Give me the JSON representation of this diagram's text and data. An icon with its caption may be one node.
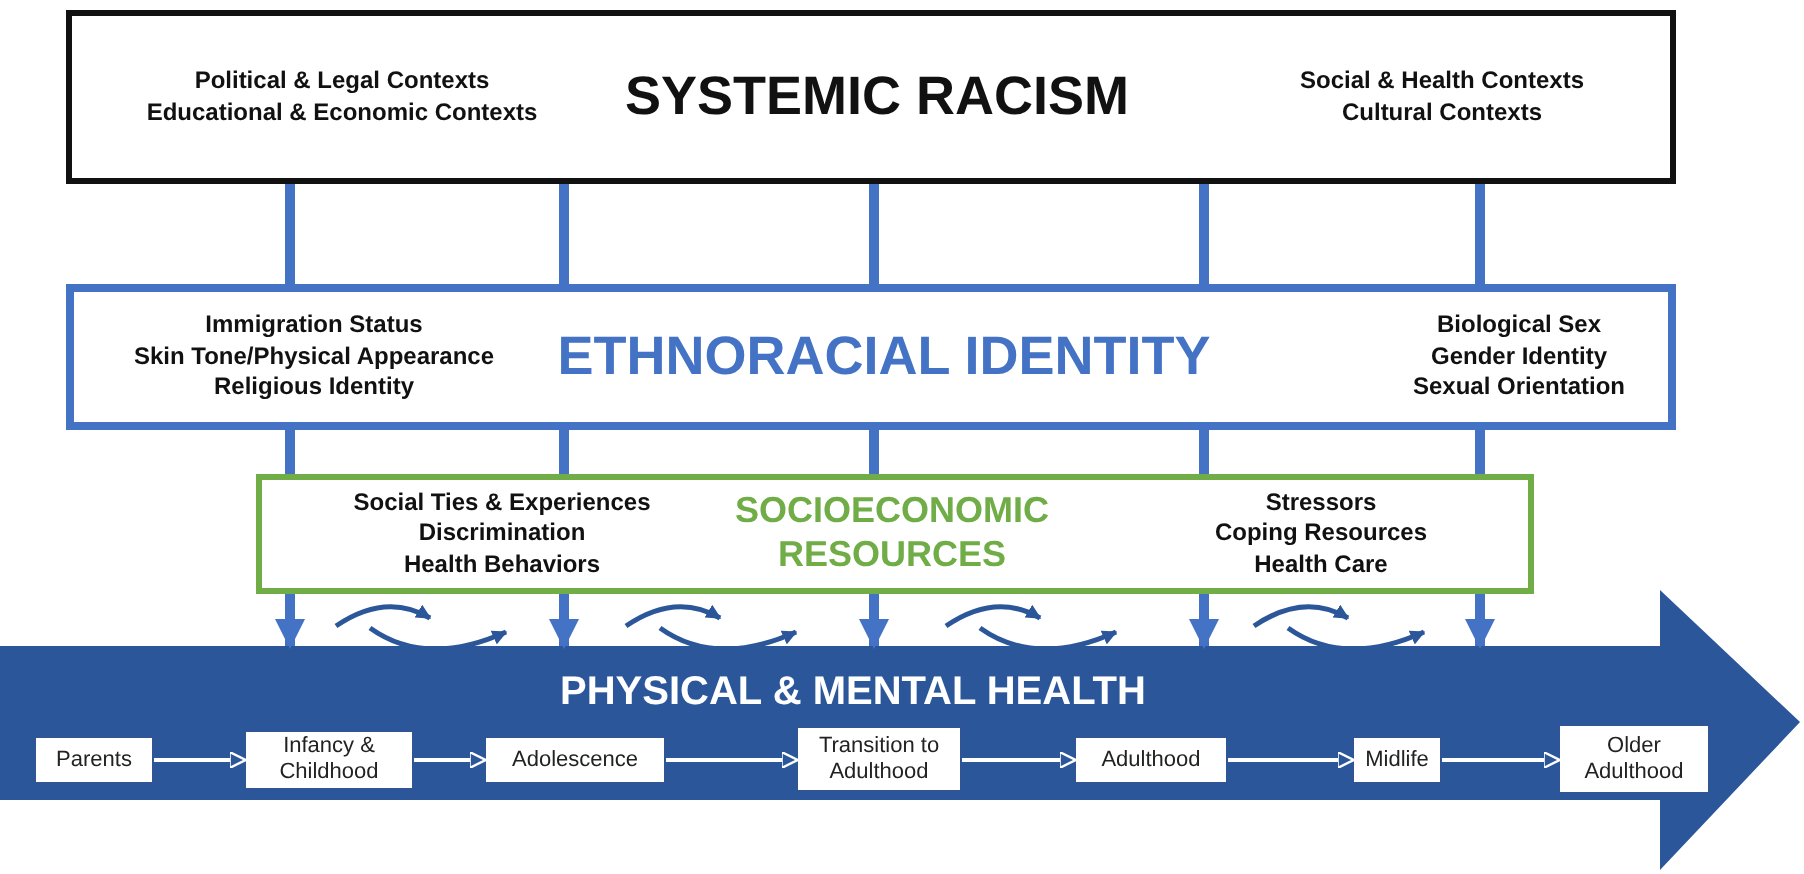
{
  "diagram": {
    "nodes": [
      {
        "text": [
          "Political & Legal Contexts",
          "Educational & Economic Contexts",
          "SYSTEMIC RACISM",
          "Social & Health Contexts",
          "Cultural Contexts"
        ]
      },
      {
        "text": [
          "Immigration Status",
          "Skin Tone/Physical Appearance",
          "Religious Identity",
          "ETHNORACIAL IDENTITY",
          "Biological Sex",
          "Gender Identity",
          "Sexual Orientation"
        ]
      },
      {
        "text": [
          "Social Ties & Experiences",
          "Discrimination",
          "Health Behaviors",
          "SOCIOECONOMIC RESOURCES",
          "Stressors",
          "Coping Resources",
          "Health Care"
        ]
      },
      {
        "text": [
          "PHYSICAL & MENTAL HEALTH"
        ]
      },
      {
        "text": [
          "Parents"
        ],
        "in": 3
      },
      {
        "text": [
          "Infancy & Childhood"
        ],
        "in": 3
      },
      {
        "text": [
          "Adolescence"
        ],
        "in": 3
      },
      {
        "text": [
          "Transition to Adulthood"
        ],
        "in": 3
      },
      {
        "text": [
          "Adulthood"
        ],
        "in": 3
      },
      {
        "text": [
          "Midlife"
        ],
        "in": 3
      },
      {
        "text": [
          "Older Adulthood"
        ],
        "in": 3
      }
    ],
    "edges": [
      {
        "from": 0,
        "to": 1,
        "arrow": "none"
      },
      {
        "from": 0,
        "to": 1,
        "arrow": "none"
      },
      {
        "from": 0,
        "to": 1,
        "arrow": "none"
      },
      {
        "from": 0,
        "to": 1,
        "arrow": "none"
      },
      {
        "from": 0,
        "to": 1,
        "arrow": "none"
      },
      {
        "from": 1,
        "to": 2,
        "arrow": "none"
      },
      {
        "from": 1,
        "to": 2,
        "arrow": "none"
      },
      {
        "from": 1,
        "to": 2,
        "arrow": "none"
      },
      {
        "from": 1,
        "to": 2,
        "arrow": "none"
      },
      {
        "from": 1,
        "to": 2,
        "arrow": "none"
      },
      {
        "from": 2,
        "to": 3,
        "arrow": "to"
      },
      {
        "from": 2,
        "to": 3,
        "arrow": "to"
      },
      {
        "from": 2,
        "to": 3,
        "arrow": "to"
      },
      {
        "from": 2,
        "to": 3,
        "arrow": "to"
      },
      {
        "from": 2,
        "to": 3,
        "arrow": "to"
      },
      {
        "from": 4,
        "to": 5,
        "arrow": "to",
        "color": "#ffffff"
      },
      {
        "from": 5,
        "to": 6,
        "arrow": "to",
        "color": "#ffffff"
      },
      {
        "from": 6,
        "to": 7,
        "arrow": "to",
        "color": "#ffffff"
      },
      {
        "from": 7,
        "to": 8,
        "arrow": "to",
        "color": "#ffffff"
      },
      {
        "from": 8,
        "to": 9,
        "arrow": "to",
        "color": "#ffffff"
      },
      {
        "from": 9,
        "to": 10,
        "arrow": "to",
        "color": "#ffffff"
      }
    ]
  }
}
